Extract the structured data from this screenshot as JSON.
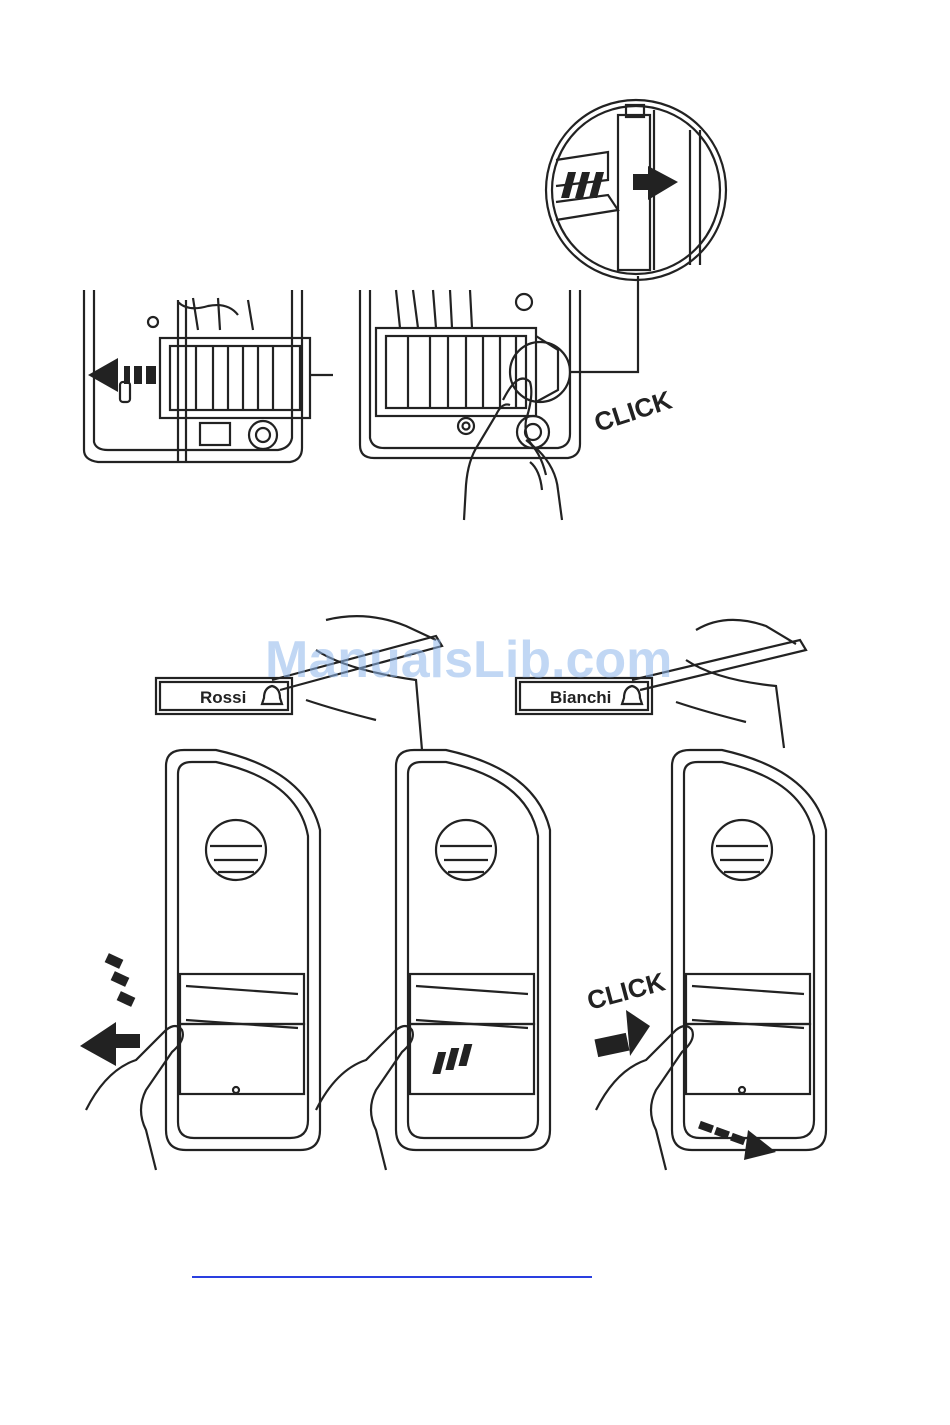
{
  "figure_top": {
    "click_label": "CLICK"
  },
  "figure_bottom": {
    "nameplate_left": "Rossi",
    "nameplate_right": "Bianchi",
    "click_label": "CLICK"
  },
  "watermark": "ManualsLib.com"
}
